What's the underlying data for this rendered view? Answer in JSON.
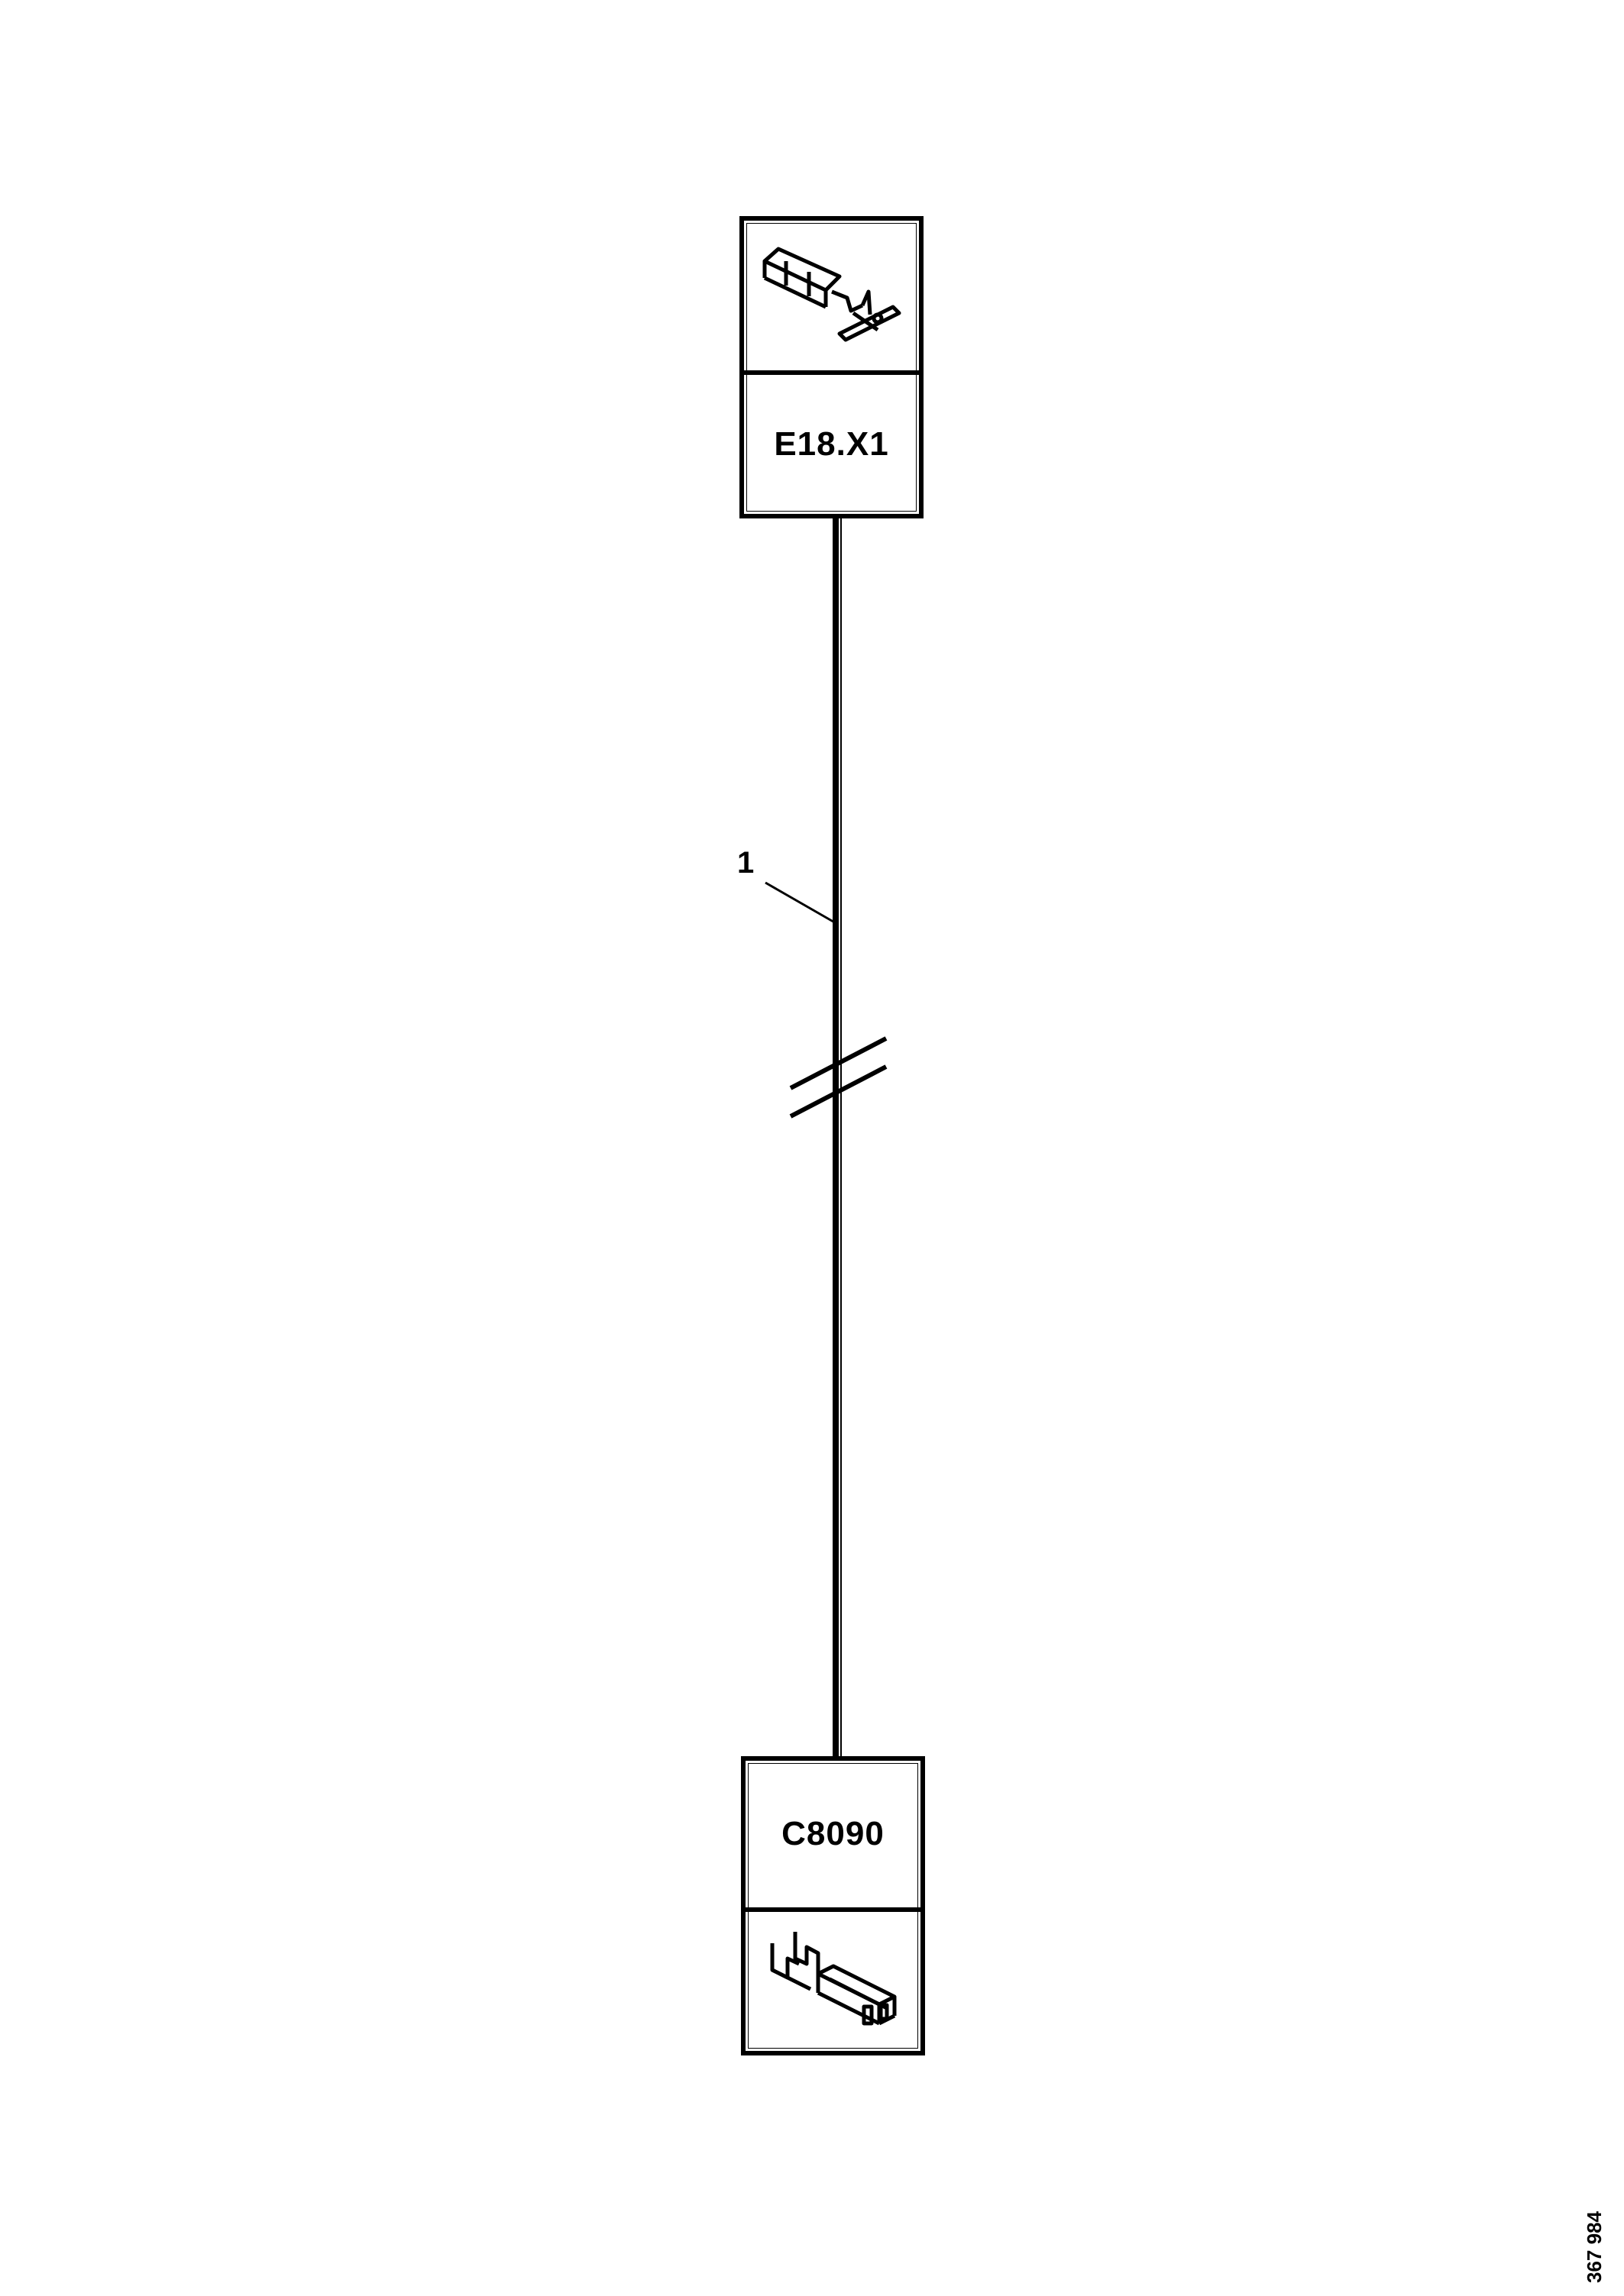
{
  "diagram": {
    "type": "wiring-harness-connection",
    "connectors": [
      {
        "id": "top",
        "label": "E18.X1",
        "icon": "male-terminal-icon",
        "position": "top"
      },
      {
        "id": "bottom",
        "label": "C8090",
        "icon": "female-terminal-icon",
        "position": "bottom"
      }
    ],
    "wire": {
      "callout": "1",
      "break_mark": true,
      "from": "E18.X1",
      "to": "C8090"
    },
    "figure_number": "367 984"
  },
  "colors": {
    "line": "#000000",
    "background": "#ffffff"
  }
}
